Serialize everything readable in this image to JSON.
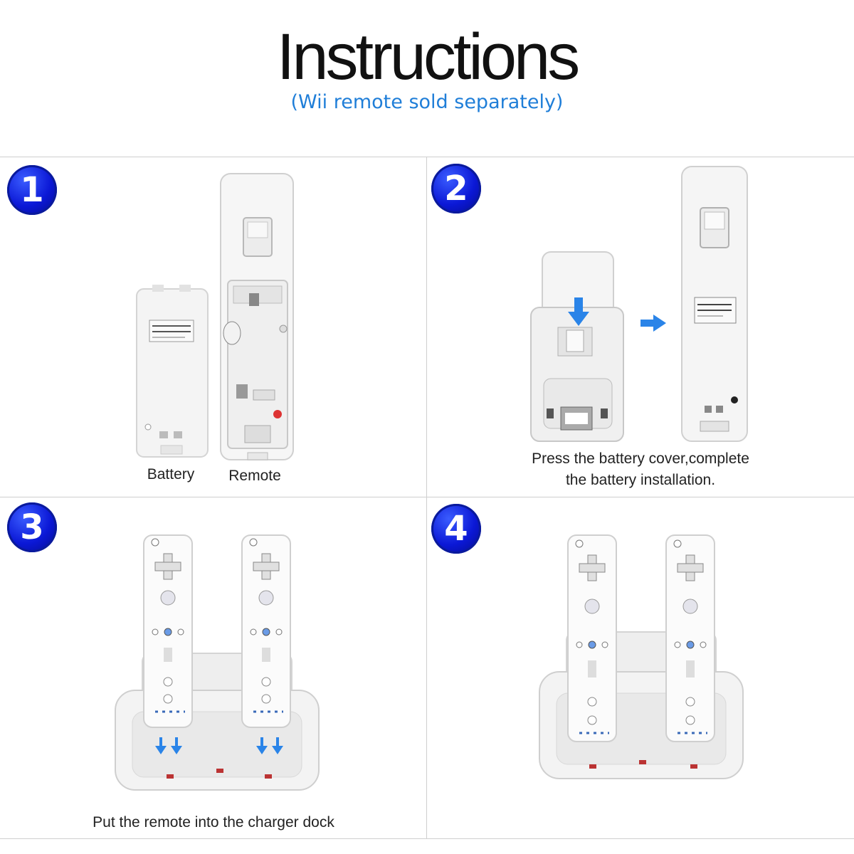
{
  "header": {
    "title": "Instructions",
    "subtitle": "(Wii remote sold separately)"
  },
  "steps": [
    {
      "number": "1",
      "labels": [
        "Battery",
        "Remote"
      ]
    },
    {
      "number": "2",
      "caption_line1": "Press the battery cover,complete",
      "caption_line2": "the battery installation."
    },
    {
      "number": "3",
      "caption": "Put the remote into the charger dock"
    },
    {
      "number": "4"
    }
  ],
  "colors": {
    "accent": "#1f7ed8",
    "badge": "#0b18d6",
    "arrow": "#2a84e8"
  }
}
